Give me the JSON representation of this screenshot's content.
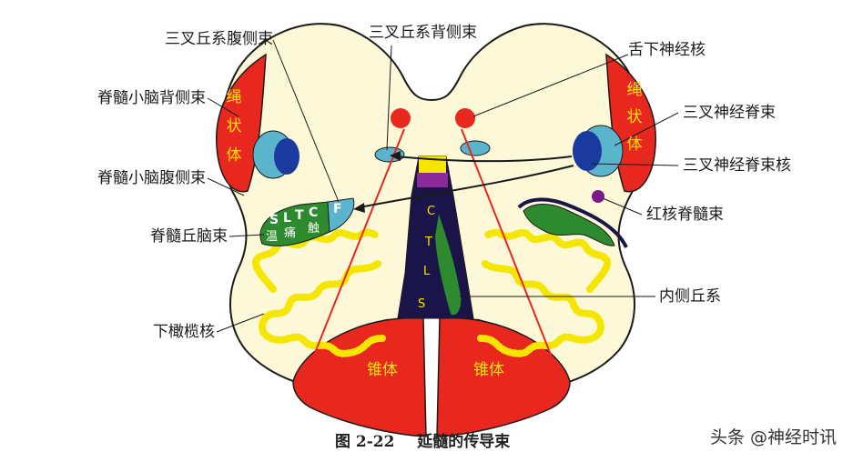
{
  "labels": {
    "trigeminal_ventral": "三叉丘系腹侧束",
    "trigeminal_dorsal": "三叉丘系背侧束",
    "hypoglossal_nucleus": "舌下神经核",
    "dorsal_spinocerebellar": "脊髓小脑背侧束",
    "spinal_trigeminal_tract": "三叉神经脊束",
    "spinal_trigeminal_nucleus": "三叉神经脊束核",
    "ventral_spinocerebellar": "脊髓小脑腹侧束",
    "rubrospinal": "红核脊髓束",
    "spinothalamic": "脊髓丘脑束",
    "medial_lemniscus": "内侧丘系",
    "inferior_olive": "下橄榄核"
  },
  "inside": {
    "restiform_left": [
      "绳",
      "状",
      "体"
    ],
    "restiform_right": [
      "绳",
      "状",
      "体"
    ],
    "pyramid_left": "锥体",
    "pyramid_right": "锥体",
    "spinothalamic_letters": [
      "S",
      "L",
      "T",
      "C",
      "F"
    ],
    "spinothalamic_words": [
      "温",
      "痛",
      "触"
    ],
    "lemniscus_letters": [
      "C",
      "T",
      "L",
      "S"
    ]
  },
  "caption": {
    "figure": "图 2-22",
    "title": "延髓的传导束"
  },
  "watermark": "头条 @神经时讯",
  "colors": {
    "body": "#fdf8d8",
    "restiform": "#e8281e",
    "pyramid": "#e8281e",
    "olive": "#f5e600",
    "lemniscus": "#1a1448",
    "spinothalamic": "#2e8a2e",
    "trigeminal": "#5ab4cc",
    "trigeminal_nucleus": "#1a3aa0",
    "rubrospinal": "#7a1a8a"
  }
}
